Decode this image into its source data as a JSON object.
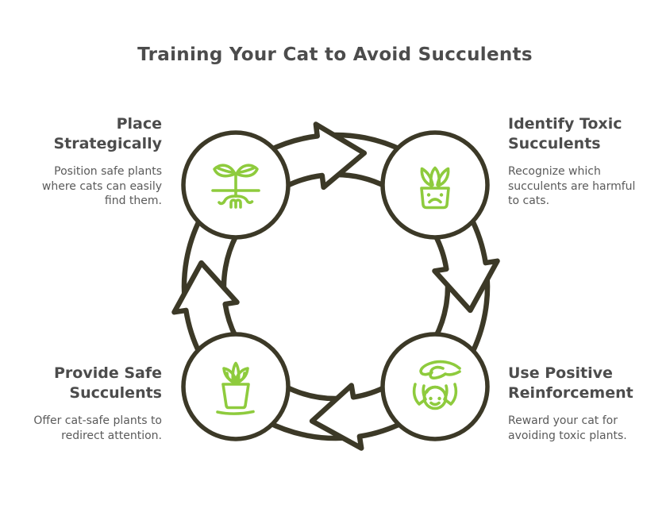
{
  "title": "Training Your Cat to Avoid Succulents",
  "colors": {
    "ink": "#3c3927",
    "green": "#8ecb3d",
    "heading_text": "#4c4c4c",
    "body_text": "#5a5a5a",
    "background": "#ffffff"
  },
  "cycle": {
    "direction": "clockwise",
    "arrow_count": 4
  },
  "steps": [
    {
      "position": "top-left",
      "title": "Place\nStrategically",
      "desc": "Position safe plants\nwhere cats can easily\nfind them.",
      "icon": "seedling-with-roots-icon"
    },
    {
      "position": "top-right",
      "title": "Identify Toxic\nSucculents",
      "desc": "Recognize which\nsucculents are harmful\nto cats.",
      "icon": "sad-succulent-pot-icon"
    },
    {
      "position": "bottom-right",
      "title": "Use Positive\nReinforcement",
      "desc": "Reward your cat for\navoiding toxic plants.",
      "icon": "hand-petting-cat-icon"
    },
    {
      "position": "bottom-left",
      "title": "Provide Safe\nSucculents",
      "desc": "Offer cat-safe plants to\nredirect attention.",
      "icon": "tulip-in-pot-icon"
    }
  ]
}
